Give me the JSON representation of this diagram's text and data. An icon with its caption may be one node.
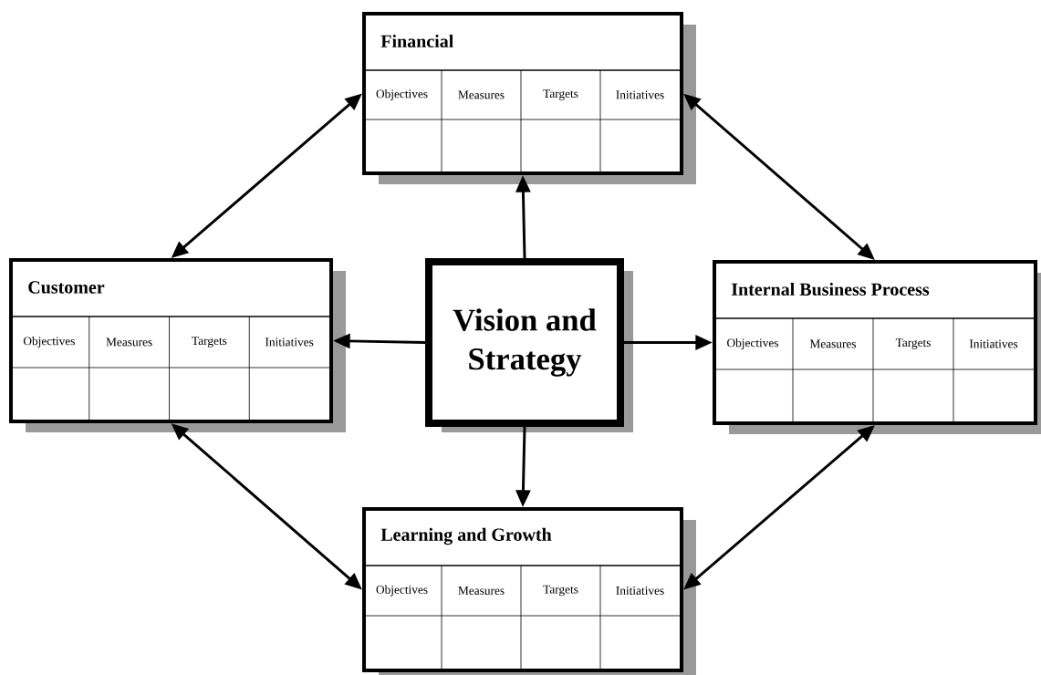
{
  "diagram": {
    "nodes": [
      {
        "text": [
          "Financial",
          "Objectives",
          "Measures",
          "Targets",
          "Initiatives"
        ]
      },
      {
        "text": [
          "Customer",
          "Objectives",
          "Measures",
          "Targets",
          "Initiatives"
        ]
      },
      {
        "text": [
          "Vision and Strategy"
        ]
      },
      {
        "text": [
          "Internal Business Process",
          "Objectives",
          "Measures",
          "Targets",
          "Initiatives"
        ]
      },
      {
        "text": [
          "Learning and Growth",
          "Objectives",
          "Measures",
          "Targets",
          "Initiatives"
        ]
      }
    ],
    "edges": [
      {
        "from": 2,
        "to": 0,
        "arrow": "to"
      },
      {
        "from": 2,
        "to": 1,
        "arrow": "to"
      },
      {
        "from": 2,
        "to": 3,
        "arrow": "to"
      },
      {
        "from": 2,
        "to": 4,
        "arrow": "to"
      },
      {
        "from": 1,
        "to": 0,
        "arrow": "both"
      },
      {
        "from": 0,
        "to": 3,
        "arrow": "both"
      },
      {
        "from": 1,
        "to": 4,
        "arrow": "both"
      },
      {
        "from": 3,
        "to": 4,
        "arrow": "both"
      }
    ]
  }
}
